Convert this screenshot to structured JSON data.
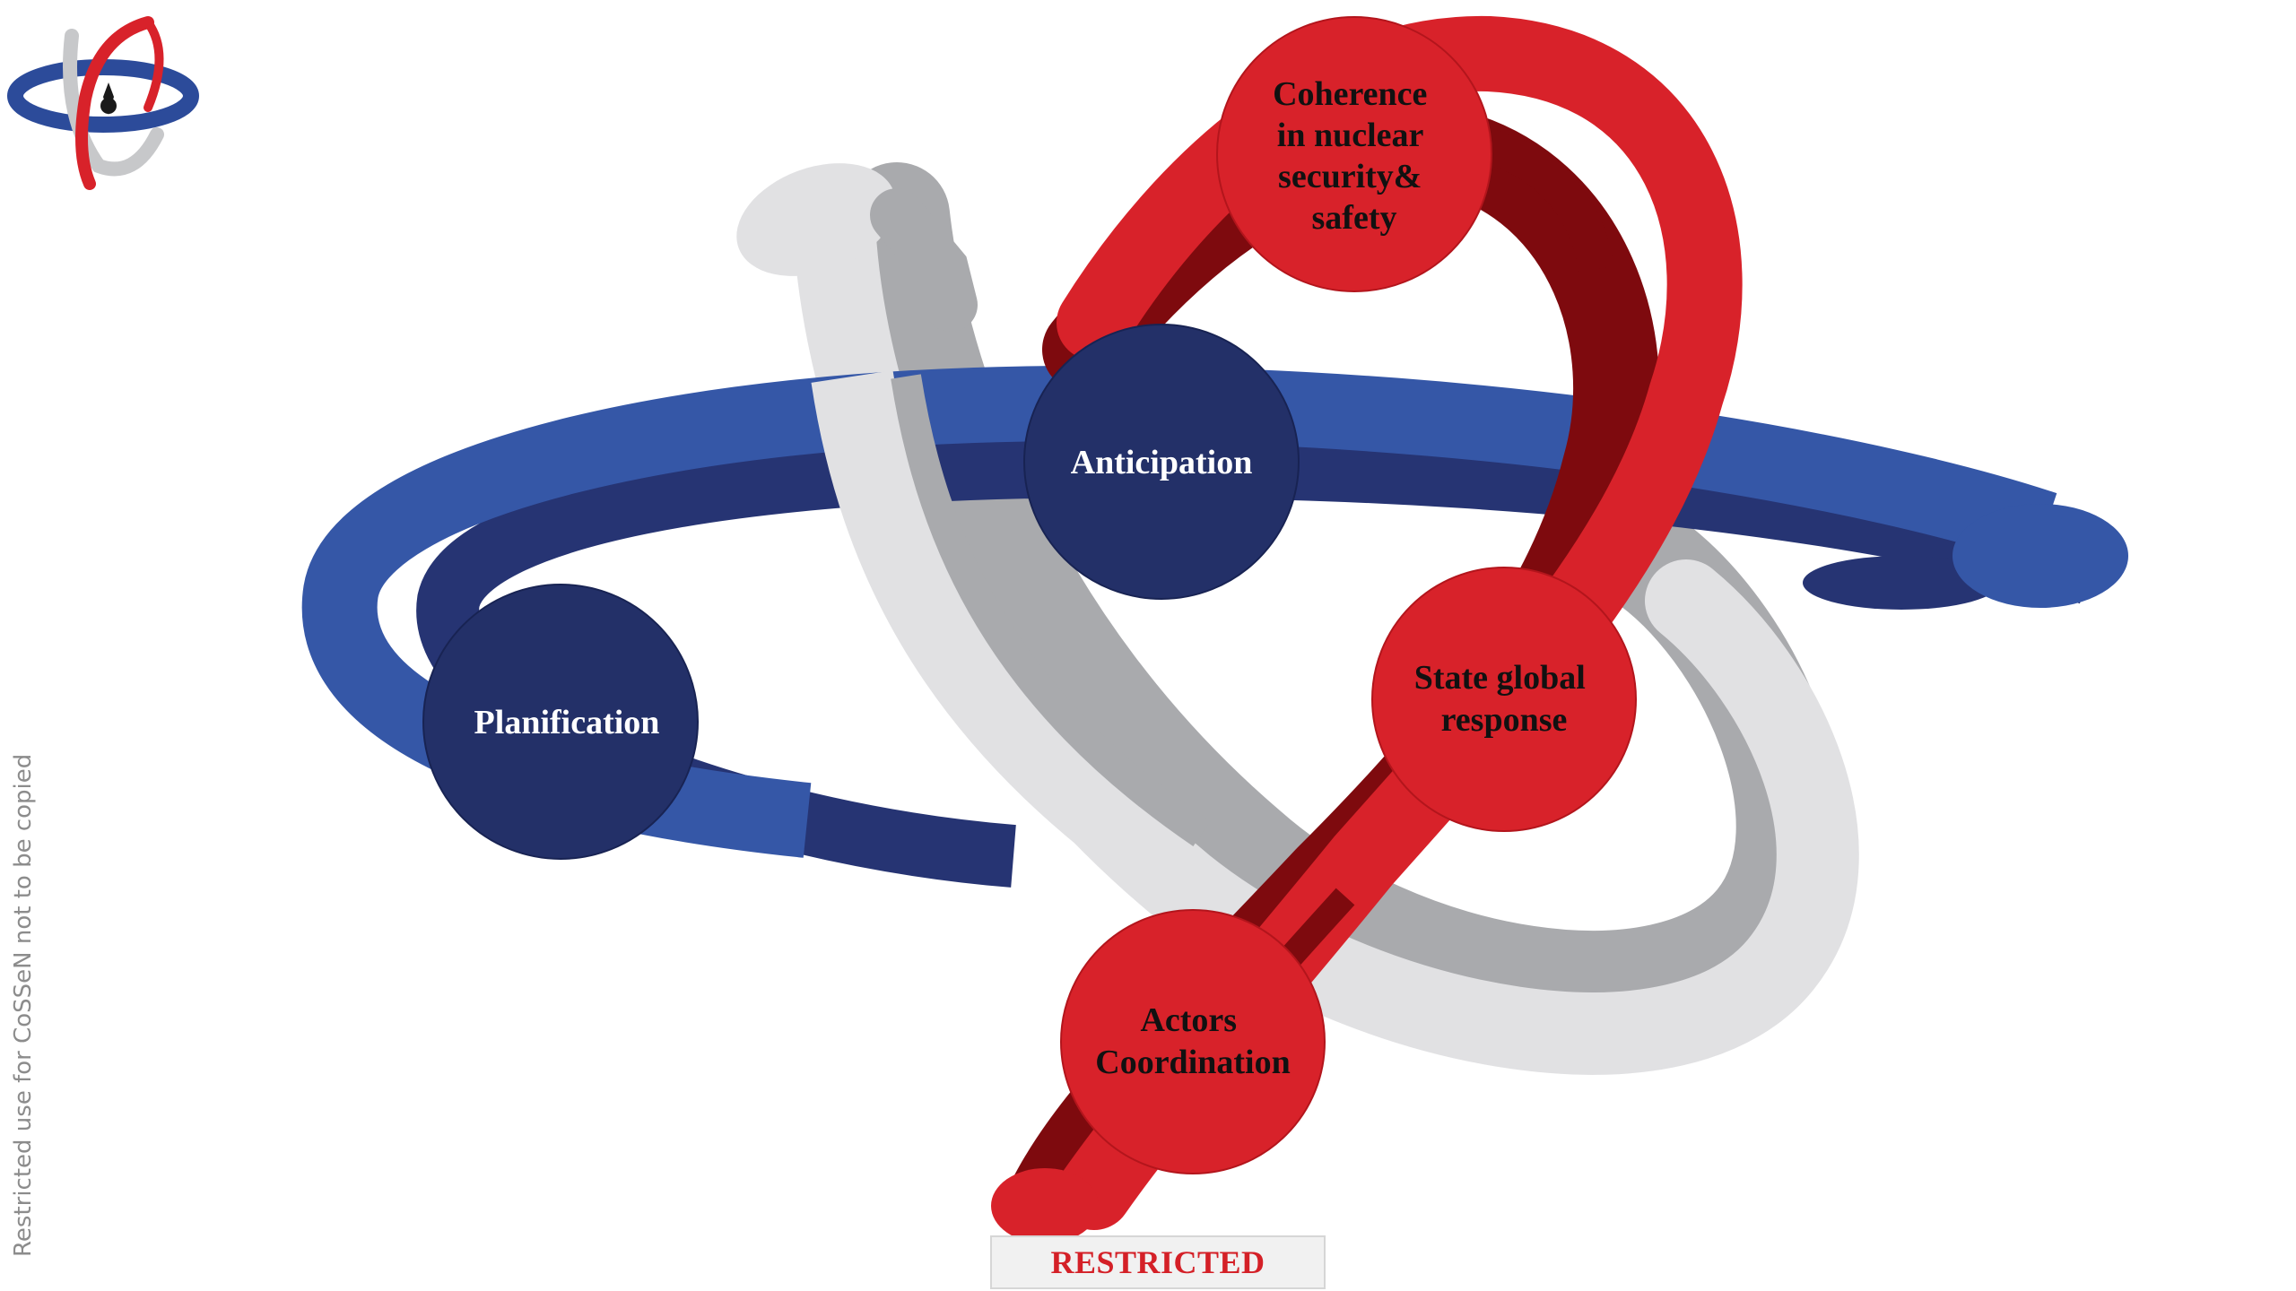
{
  "diagram": {
    "nodes": {
      "coherence": {
        "lines": [
          "Coherence",
          "in nuclear",
          "security&",
          "safety"
        ],
        "color": "#d8222a"
      },
      "anticipation": {
        "lines": [
          "Anticipation"
        ],
        "color": "#233068"
      },
      "planification": {
        "lines": [
          "Planification"
        ],
        "color": "#233068"
      },
      "state_global": {
        "lines": [
          "State global",
          "response"
        ],
        "color": "#d8222a"
      },
      "actors": {
        "lines": [
          "Actors",
          "Coordination"
        ],
        "color": "#d8222a"
      }
    },
    "colors": {
      "blue_ring": "#3557a7",
      "blue_ring_shadow": "#263473",
      "red_ribbon": "#d8222a",
      "red_ribbon_shadow": "#7e0a0e",
      "grey_arc": "#e1e1e3",
      "grey_arc_shadow": "#a9aaad"
    }
  },
  "footer": {
    "stamp": "RESTRICTED"
  },
  "side_note": "Restricted use for CoSSeN not to be copied"
}
